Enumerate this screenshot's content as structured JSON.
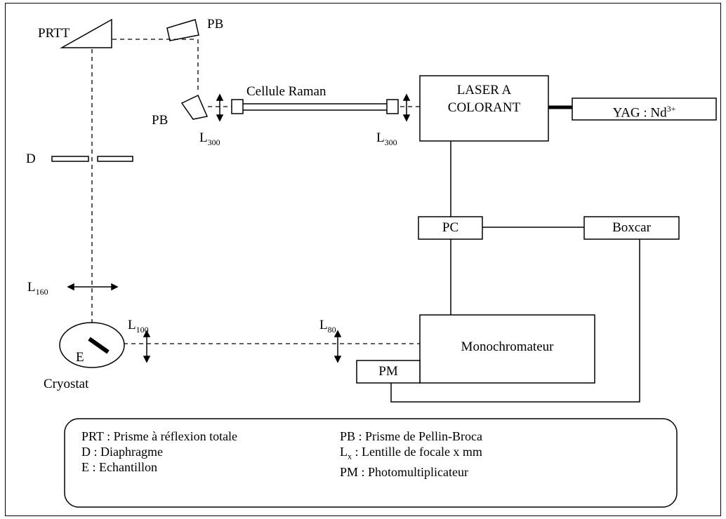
{
  "labels": {
    "prtt": "PRTT",
    "pb_top": "PB",
    "pb_left": "PB",
    "cellule": "Cellule Raman",
    "laser": "LASER A",
    "colorant": "COLORANT",
    "yag": "YAG : Nd",
    "yag_sup": "3+",
    "d": "D",
    "l_left_main": "L",
    "l_left_sub": "300",
    "l_right_main": "L",
    "l_right_sub": "300",
    "pc": "PC",
    "boxcar": "Boxcar",
    "l160_main": "L",
    "l160_sub": "160",
    "l100_main": "L",
    "l100_sub": "100",
    "l80_main": "L",
    "l80_sub": "80",
    "e": "E",
    "cryostat": "Cryostat",
    "monochromateur": "Monochromateur",
    "pm": "PM"
  },
  "legend": {
    "left": [
      "PRT : Prisme à réflexion totale",
      "D : Diaphragme",
      "E : Echantillon"
    ],
    "right": [
      {
        "main": "PB : Prisme de Pellin-Broca",
        "sub": ""
      },
      {
        "main": "L",
        "sub": "x",
        "rest": " : Lentille de focale x mm"
      },
      {
        "main": "PM : Photomultiplicateur",
        "sub": ""
      }
    ]
  }
}
